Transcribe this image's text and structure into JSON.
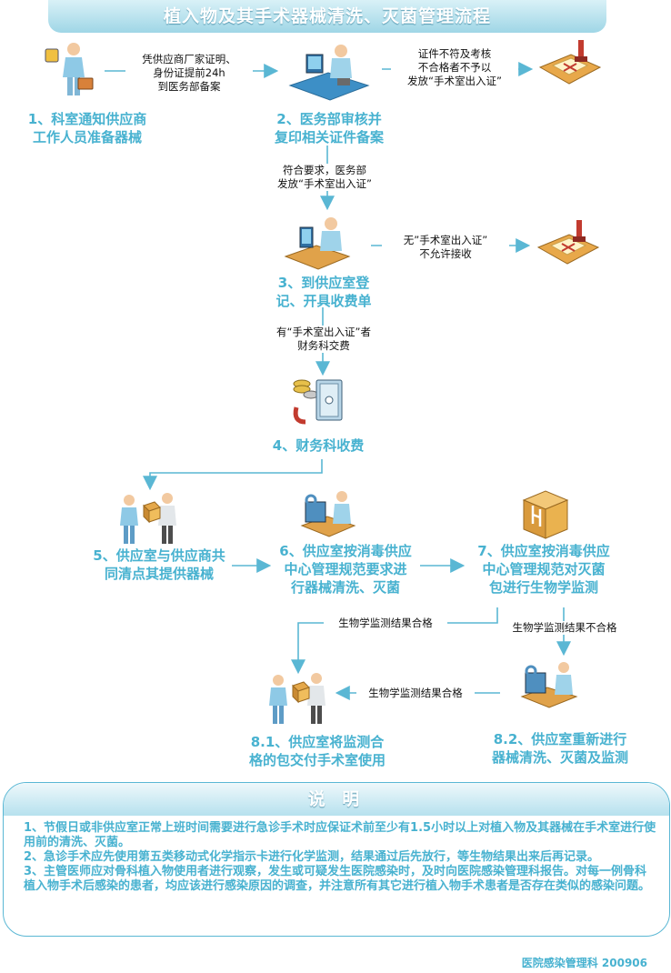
{
  "title": "植入物及其手术器械清洗、灭菌管理流程",
  "steps": {
    "s1": [
      "1、科室通知供应商",
      "工作人员准备器械"
    ],
    "s2": [
      "2、医务部审核并",
      "复印相关证件备案"
    ],
    "s3": [
      "3、到供应室登",
      "记、开具收费单"
    ],
    "s4": [
      "4、财务科收费"
    ],
    "s5": [
      "5、供应室与供应商共",
      "同清点其提供器械"
    ],
    "s6": [
      "6、供应室按消毒供应",
      "中心管理规范要求进",
      "行器械清洗、灭菌"
    ],
    "s7": [
      "7、供应室按消毒供应",
      "中心管理规范对灭菌",
      "包进行生物学监测"
    ],
    "s81": [
      "8.1、供应室将监测合",
      "格的包交付手术室使用"
    ],
    "s82": [
      "8.2、供应室重新进行",
      "器械清洗、灭菌及监测"
    ]
  },
  "notes": {
    "n1": [
      "凭供应商厂家证明、",
      "身份证提前24h",
      "到医务部备案"
    ],
    "n2": [
      "证件不符及考核",
      "不合格者不予以",
      "发放“手术室出入证”"
    ],
    "n3": [
      "符合要求，医务部",
      "发放“手术室出入证”"
    ],
    "n4": [
      "无”手术室出入证”",
      "不允许接收"
    ],
    "n5": [
      "有“手术室出入证”者",
      "财务科交费"
    ],
    "n6": [
      "生物学监测结果合格"
    ],
    "n7": [
      "生物学监测结果不合格"
    ],
    "n8": [
      "生物学监测结果合格"
    ]
  },
  "legend": {
    "title": "说  明",
    "items": [
      "1、节假日或非供应室正常上班时间需要进行急诊手术时应保证术前至少有1.5小时以上对植入物及其器械在手术室进行使用前的清洗、灭菌。",
      "2、急诊手术应先使用第五类移动式化学指示卡进行化学监测，结果通过后先放行，等生物结果出来后再记录。",
      "3、主管医师应对骨科植入物使用者进行观察，发生或可疑发生医院感染时，及时向医院感染管理科报告。对每一例骨科植入物手术后感染的患者，均应该进行感染原因的调查，并注意所有其它进行植入物手术患者是否存在类似的感染问题。"
    ]
  },
  "footer": "医院感染管理科 200906",
  "colors": {
    "accent": "#48b2d0",
    "arrow": "#5ab7d4",
    "stamp": "#c23b2f"
  },
  "icons": [
    "person-briefcase-icon",
    "office-desk-icon",
    "rejection-stamp-icon",
    "cashier-safe-icon",
    "handover-package-icon",
    "washing-machine-icon",
    "sterile-box-icon"
  ]
}
